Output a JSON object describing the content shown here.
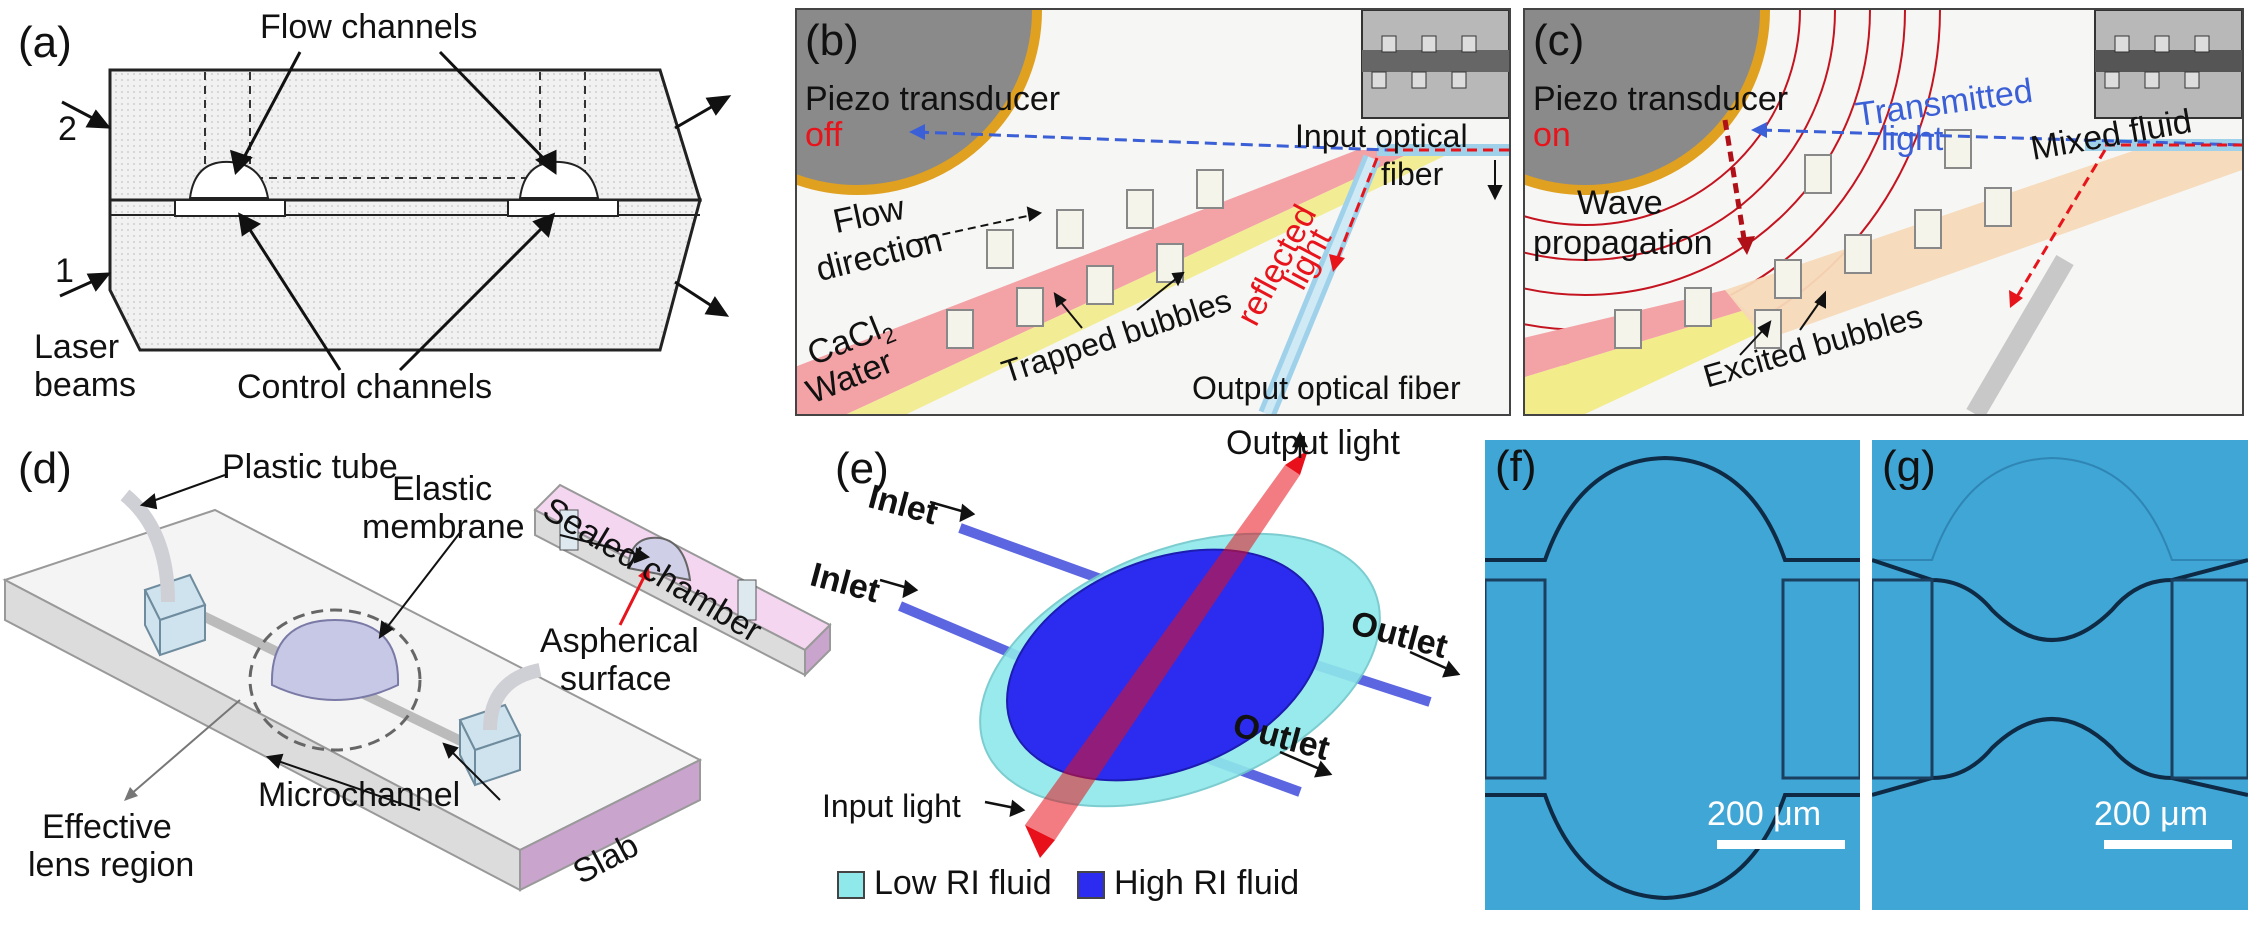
{
  "panels": {
    "a": {
      "label": "(a)",
      "flow_channels": "Flow channels",
      "control_channels": "Control channels",
      "beam_2": "2",
      "beam_1": "1",
      "laser_beams_line1": "Laser",
      "laser_beams_line2": "beams"
    },
    "b": {
      "label": "(b)",
      "piezo": "Piezo transducer",
      "state": "off",
      "input_fiber_line1": "Input optical",
      "input_fiber_line2": "fiber",
      "flow_line1": "Flow",
      "flow_line2": "direction",
      "cacl2_main": "CaCl",
      "cacl2_sub": "2",
      "water": "Water",
      "trapped_bubbles": "Trapped bubbles",
      "reflected_line1": "reflected",
      "reflected_line2": "light",
      "output_fiber": "Output optical fiber"
    },
    "c": {
      "label": "(c)",
      "piezo": "Piezo transducer",
      "state": "on",
      "transmitted_line1": "Transmitted",
      "transmitted_line2": "light",
      "mixed_fluid": "Mixed fluid",
      "wave_line1": "Wave",
      "wave_line2": "propagation",
      "excited_bubbles": "Excited bubbles"
    },
    "d": {
      "label": "(d)",
      "plastic_tube": "Plastic tube",
      "elastic_line1": "Elastic",
      "elastic_line2": "membrane",
      "sealed_chamber": "Sealed chamber",
      "aspherical_line1": "Aspherical",
      "aspherical_line2": "surface",
      "microchannel": "Microchannel",
      "effective_line1": "Effective",
      "effective_line2": "lens region",
      "slab": "Slab"
    },
    "e": {
      "label": "(e)",
      "output_light": "Output light",
      "inlet_1": "Inlet",
      "inlet_2": "Inlet",
      "outlet_1": "Outlet",
      "outlet_2": "Outlet",
      "input_light": "Input light",
      "legend_low": "Low RI fluid",
      "legend_high": "High RI fluid"
    },
    "f": {
      "label": "(f)",
      "scale": "200 μm"
    },
    "g": {
      "label": "(g)",
      "scale": "200 μm"
    }
  },
  "colors": {
    "state_red": "#e8141c",
    "transmitted_blue": "#3a5fd6",
    "micro_bg": "#3fa6d6",
    "low_ri": "#8fe8ea",
    "high_ri": "#2b2cf0",
    "red_beam": "#e8101a",
    "cacl2_band": "#f3a3a6",
    "water_band": "#f2ec8a",
    "slab_pink": "#f4d6f0"
  },
  "icons": [
    "arrow",
    "piezo-disc",
    "optical-fiber",
    "bubble",
    "dome-lens",
    "connector-block"
  ]
}
